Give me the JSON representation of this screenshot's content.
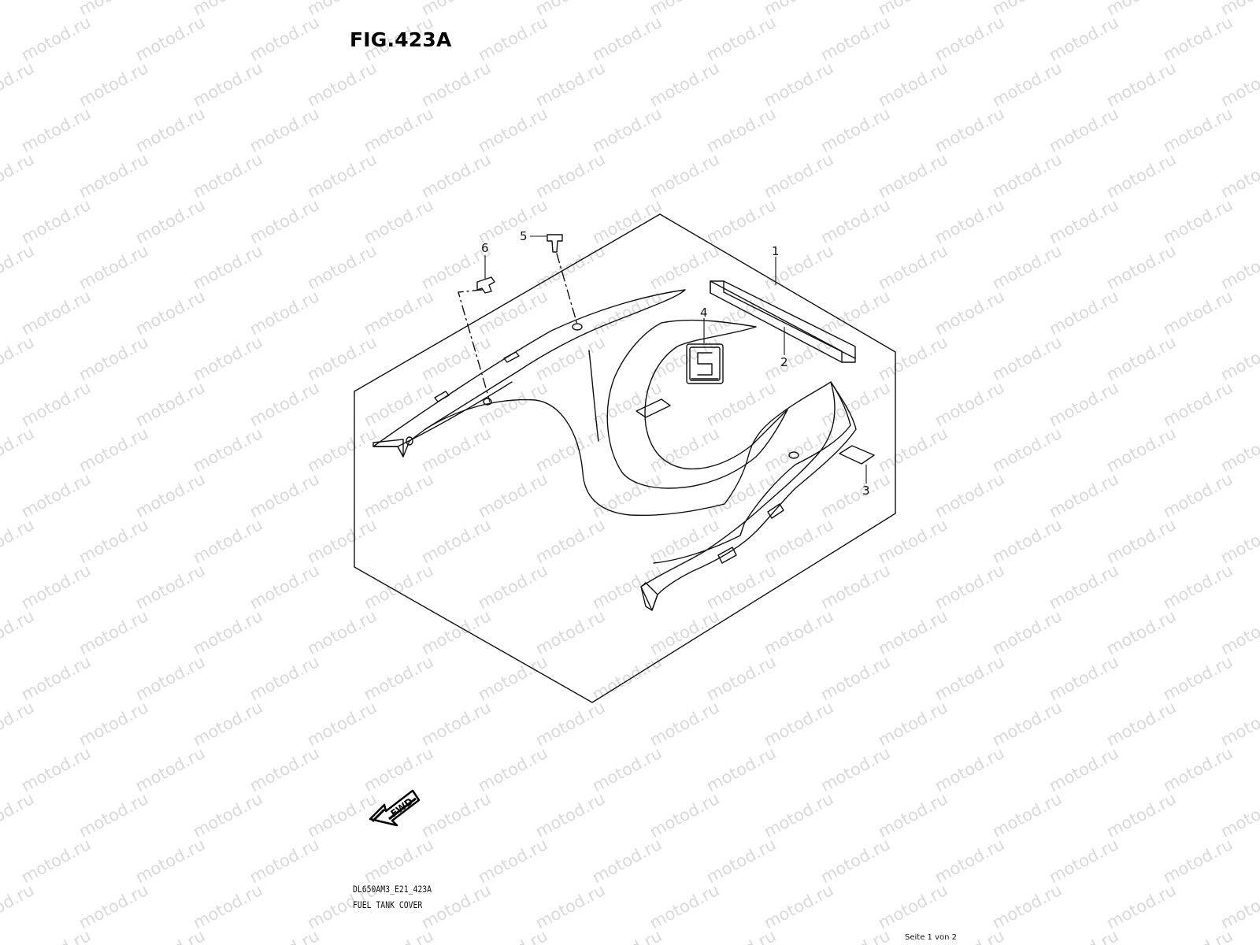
{
  "figure": {
    "title": "FIG.423A",
    "model_code": "DL650AM3_E21_423A",
    "name": "FUEL TANK COVER"
  },
  "callouts": [
    "1",
    "2",
    "3",
    "4",
    "5",
    "6"
  ],
  "direction_arrow": {
    "label": "FWD"
  },
  "watermark": {
    "text": "motod.ru"
  },
  "pagination": {
    "text": "Seite 1 von 2"
  },
  "colors": {
    "line": "#111111",
    "watermark": "#b9b9b9",
    "background": "#ffffff"
  }
}
